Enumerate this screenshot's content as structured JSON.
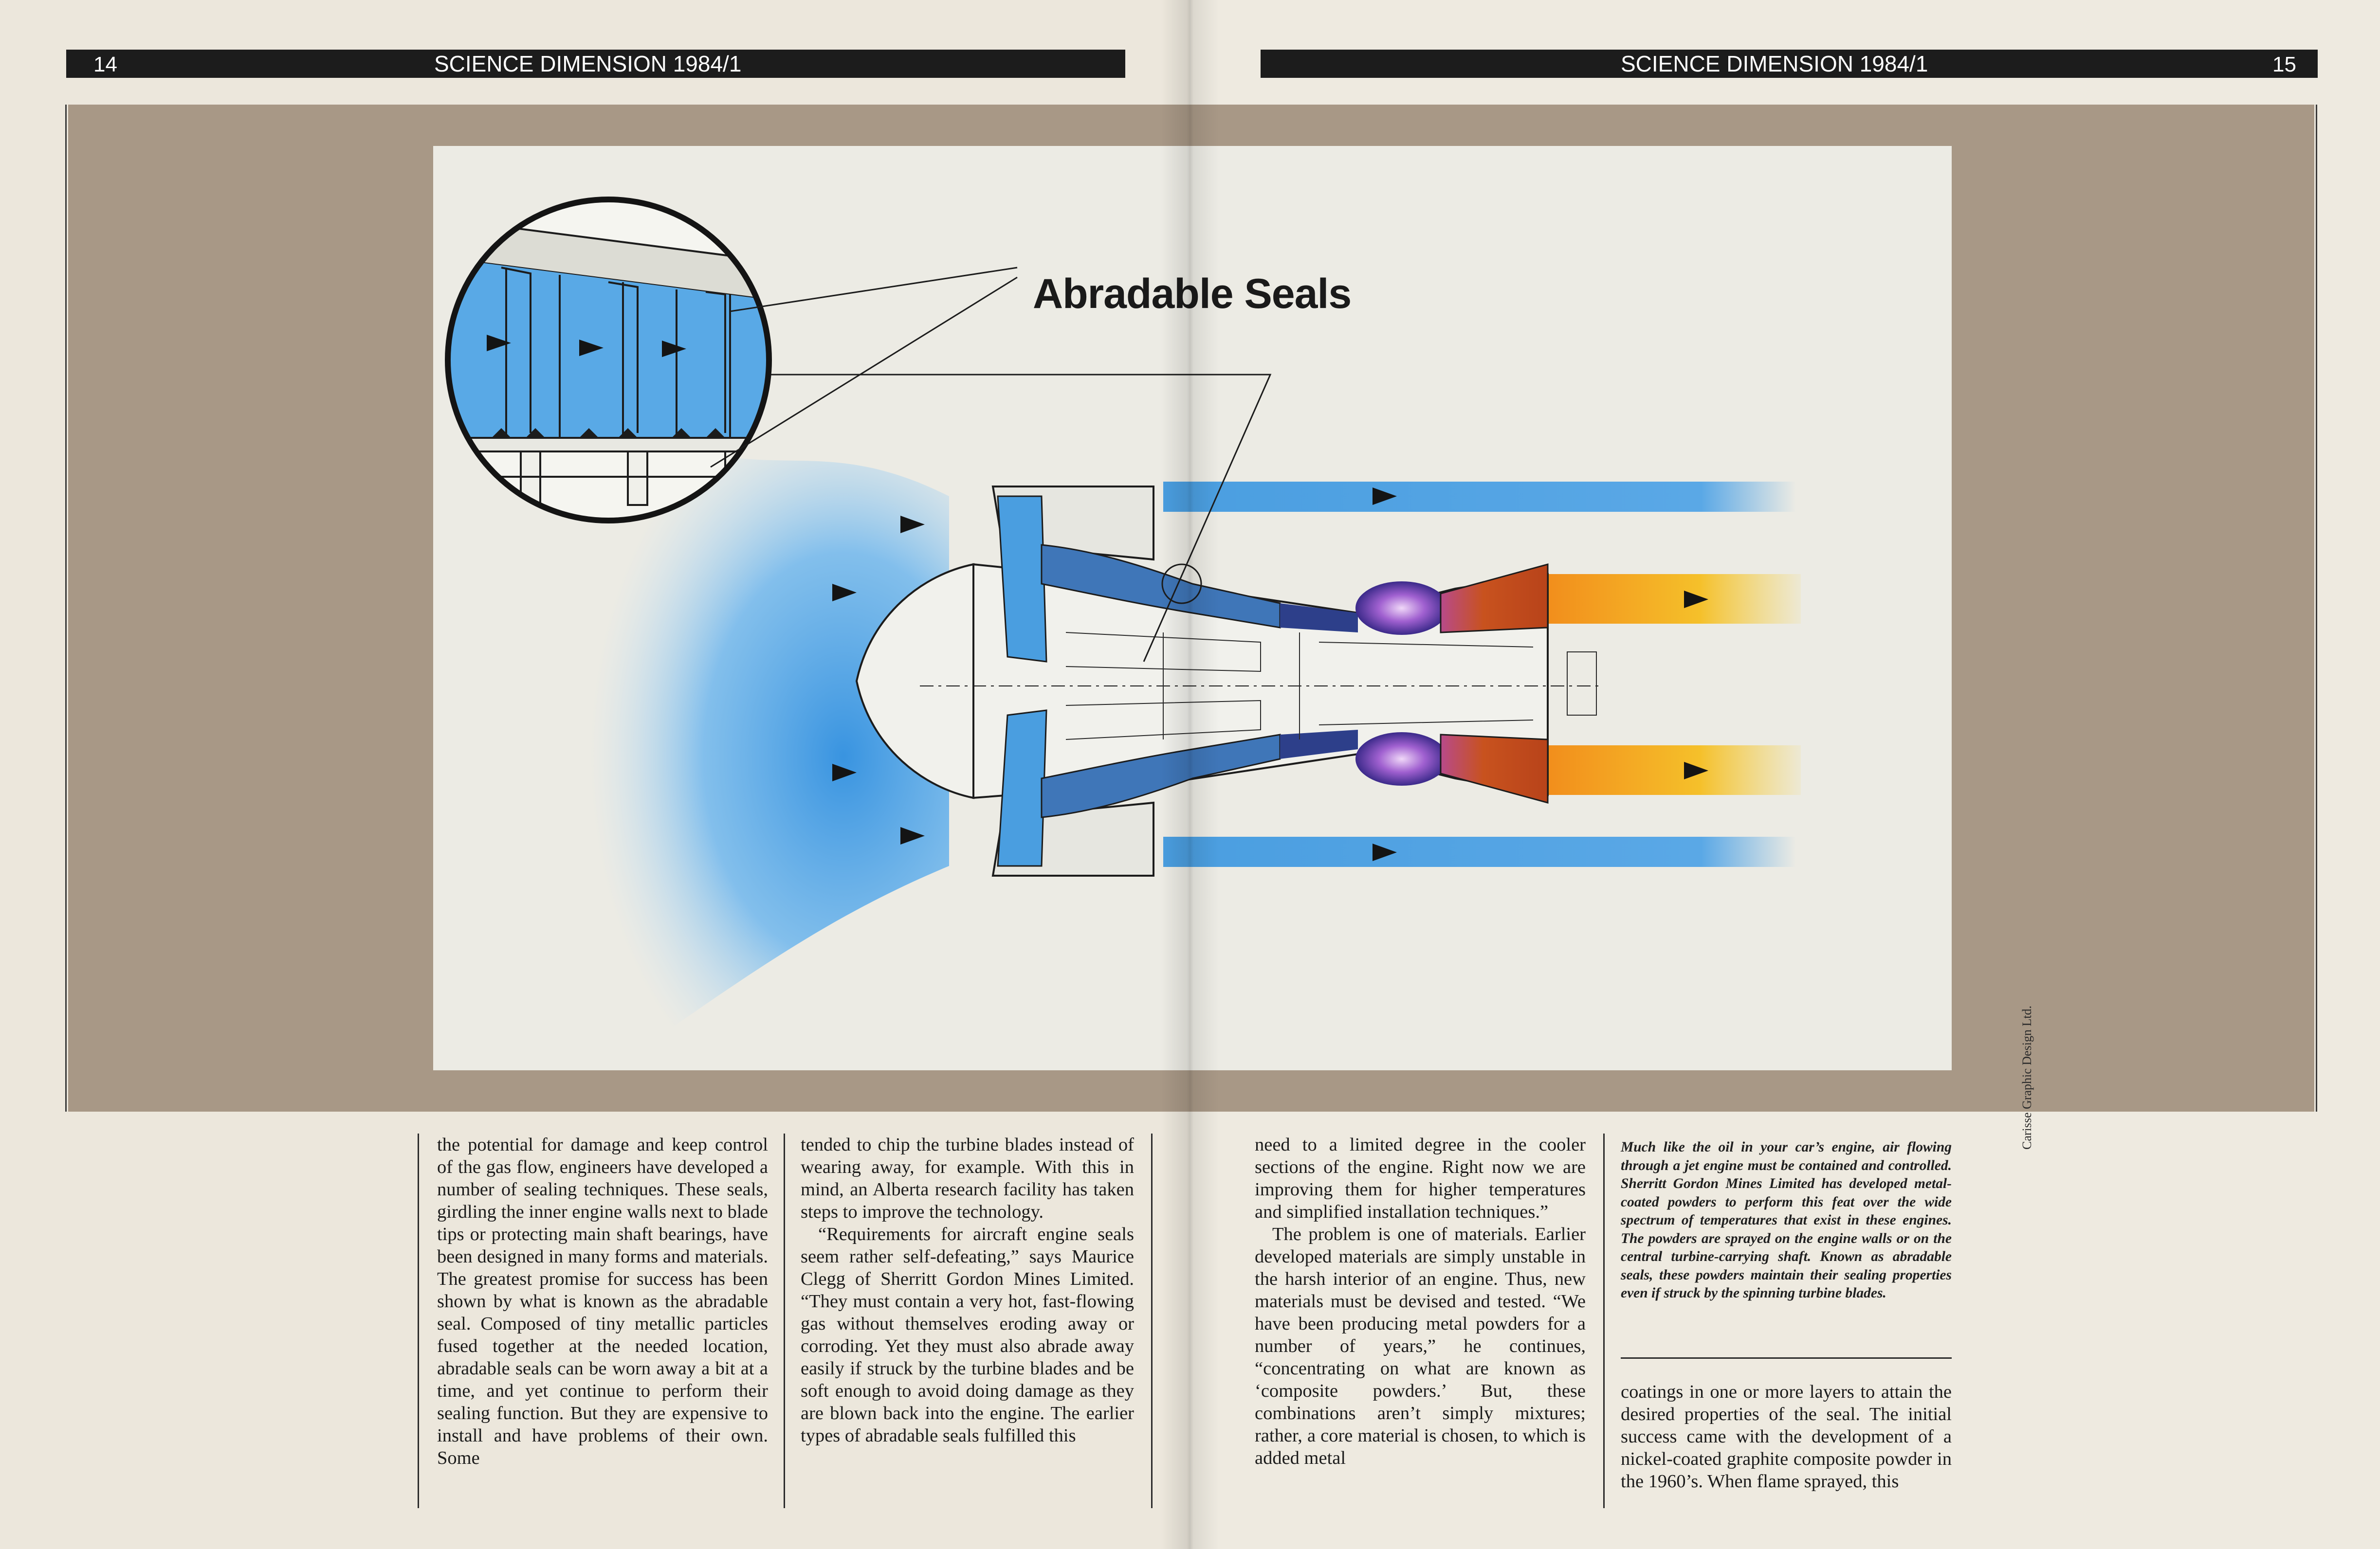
{
  "header": {
    "left": {
      "page_number": "14",
      "title": "SCIENCE DIMENSION 1984/1"
    },
    "right": {
      "page_number": "15",
      "title": "SCIENCE DIMENSION 1984/1"
    }
  },
  "diagram": {
    "title": "Abradable Seals",
    "credit": "Carisse Graphic Design Ltd.",
    "colors": {
      "panel": "#a89886",
      "airflow": "#5aa8e0",
      "exhaust": "#f0b020",
      "combustion": "#9a56c8",
      "turbine": "#c8521e"
    }
  },
  "columns": {
    "c1": [
      "the potential for damage and keep control of the gas flow, engineers have developed a number of sealing techniques. These seals, girdling the inner engine walls next to blade tips or protecting main shaft bearings, have been designed in many forms and materials. The greatest promise for success has been shown by what is known as the abradable seal. Composed of tiny metallic particles fused together at the needed location, abradable seals can be worn away a bit at a time, and yet continue to perform their sealing function. But they are expensive to install and have problems of their own. Some"
    ],
    "c2": [
      "tended to chip the turbine blades instead of wearing away, for example. With this in mind, an Alberta research facility has taken steps to improve the technology.",
      "“Requirements for aircraft engine seals seem rather self-defeating,” says Maurice Clegg of Sherritt Gordon Mines Limited. “They must contain a very hot, fast-flowing gas without themselves eroding away or corroding. Yet they must also abrade away easily if struck by the turbine blades and be soft enough to avoid doing damage as they are blown back into the engine. The earlier types of abradable seals fulfilled this"
    ],
    "c3": [
      "need to a limited degree in the cooler sections of the engine. Right now we are improving them for higher temperatures and simplified installation techniques.”",
      "The problem is one of materials. Earlier developed materials are simply unstable in the harsh interior of an engine. Thus, new materials must be devised and tested. “We have been producing metal powders for a number of years,” he continues, “concentrating on what are known as ‘composite powders.’ But, these combinations aren’t simply mixtures; rather, a core material is chosen, to which is added metal"
    ],
    "c4": [
      "coatings in one or more layers to attain the desired properties of the seal. The initial success came with the development of a nickel-coated graphite composite powder in the 1960’s. When flame sprayed, this"
    ]
  },
  "caption": "Much like the oil in your car’s engine, air flowing through a jet engine must be contained and controlled. Sherritt Gordon Mines Limited has developed metal-coated powders to perform this feat over the wide spectrum of temperatures that exist in these engines. The powders are sprayed on the engine walls or on the central turbine-carrying shaft. Known as abradable seals, these powders maintain their sealing properties even if struck by the spinning turbine blades."
}
